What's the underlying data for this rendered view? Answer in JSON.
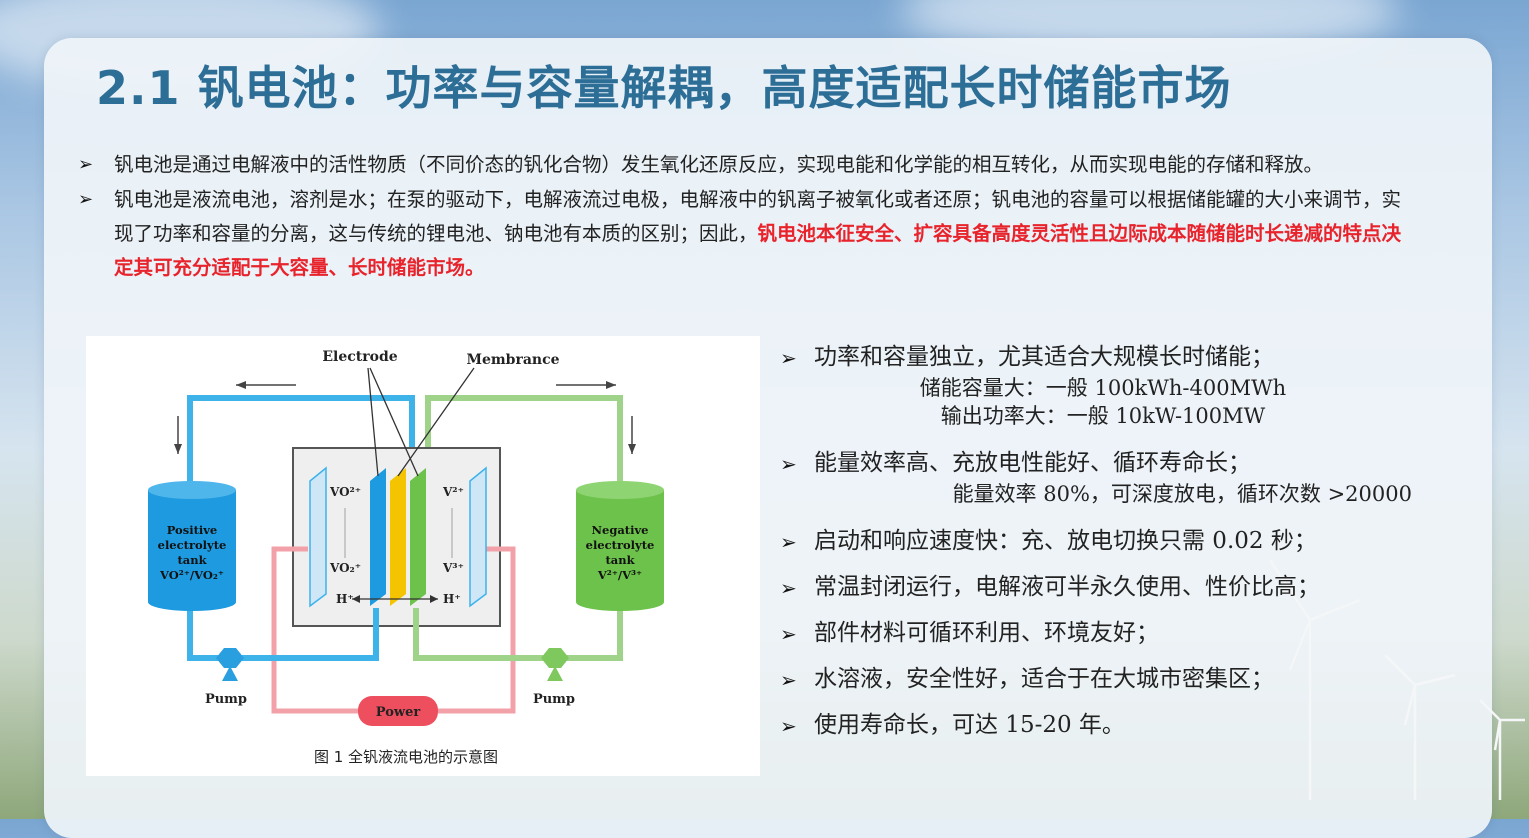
{
  "title": "2.1 钒电池：功率与容量解耦，高度适配长时储能市场",
  "intro_bullets": [
    {
      "text": "钒电池是通过电解液中的活性物质（不同价态的钒化合物）发生氧化还原反应，实现电能和化学能的相互转化，从而实现电能的存储和释放。"
    },
    {
      "text": "钒电池是液流电池，溶剂是水；在泵的驱动下，电解液流过电极，电解液中的钒离子被氧化或者还原；钒电池的容量可以根据储能罐的大小来调节，实现了功率和容量的分离，这与传统的锂电池、钠电池有本质的区别；因此，",
      "highlight": "钒电池本征安全、扩容具备高度灵活性且边际成本随储能时长递减的特点决定其可充分适配于大容量、长时储能市场。"
    }
  ],
  "figure": {
    "electrode_label": "Electrode",
    "membrance_label": "Membrance",
    "pos_tank": [
      "Positive",
      "electrolyte",
      "tank",
      "VO²⁺/VO₂⁺"
    ],
    "neg_tank": [
      "Negative",
      "electrolyte",
      "tank",
      "V²⁺/V³⁺"
    ],
    "vo2p": "VO²⁺",
    "vo2": "VO₂⁺",
    "v2p": "V²⁺",
    "v3p": "V³⁺",
    "hp_left": "H⁺",
    "hp_right": "H⁺",
    "pump_left": "Pump",
    "pump_right": "Pump",
    "power": "Power",
    "caption": "图 1   全钒液流电池的示意图"
  },
  "features": [
    {
      "text": "功率和容量独立，尤其适合大规模长时储能；",
      "subs": [
        "储能容量大：一般 100kWh-400MWh",
        "输出功率大：一般   10kW-100MW"
      ]
    },
    {
      "text": "能量效率高、充放电性能好、循环寿命长；",
      "subs": [
        "能量效率 80%，可深度放电，循环次数 >20000"
      ]
    },
    {
      "text": "启动和响应速度快：充、放电切换只需 0.02 秒；"
    },
    {
      "text": "常温封闭运行，电解液可半永久使用、性价比高；"
    },
    {
      "text": "部件材料可循环利用、环境友好；"
    },
    {
      "text": "水溶液，安全性好，适合于在大城市密集区；"
    },
    {
      "text": "使用寿命长，可达 15-20 年。"
    }
  ],
  "colors": {
    "title": "#2d6e97",
    "highlight": "#e8232b",
    "positive": "#1e9be0",
    "negative": "#6cc24a",
    "membrane": "#f5c400",
    "power": "#ee4f5e"
  }
}
